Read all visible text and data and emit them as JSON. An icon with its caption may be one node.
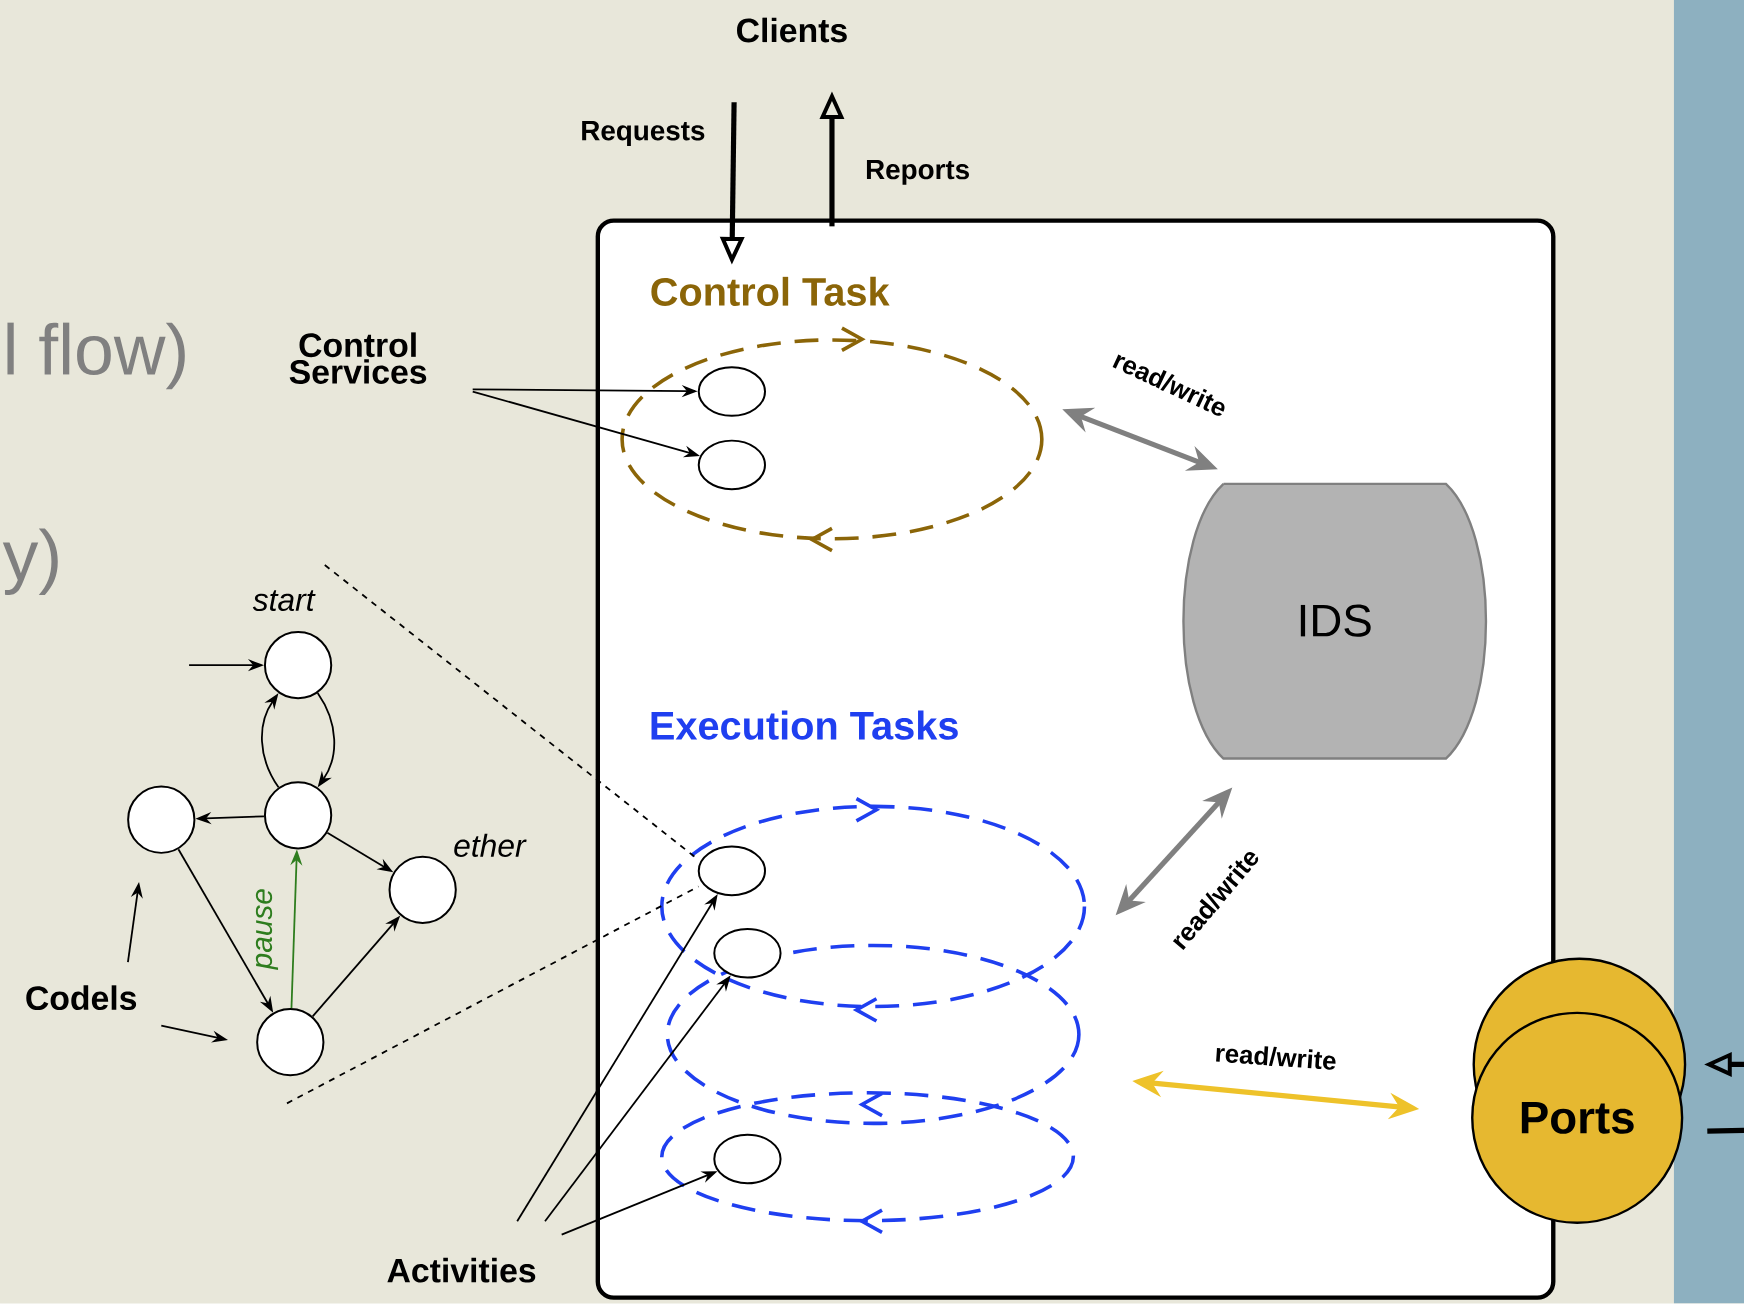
{
  "diagram": {
    "nodes": [
      {
        "text": [
          "Clients"
        ]
      },
      {
        "text": [],
        "shape": "box"
      },
      {
        "text": [
          "Control Task"
        ],
        "in": 1
      },
      {
        "text": [],
        "shape": "circle",
        "in": 2
      },
      {
        "text": [],
        "shape": "circle",
        "in": 2
      },
      {
        "text": [
          "IDS"
        ],
        "in": 1
      },
      {
        "text": [
          "Execution Tasks"
        ],
        "in": 1
      },
      {
        "text": [],
        "shape": "circle",
        "in": 6
      },
      {
        "text": [],
        "shape": "circle",
        "in": 6
      },
      {
        "text": [],
        "shape": "circle",
        "in": 6
      },
      {
        "text": [
          "Ports"
        ]
      },
      {
        "text": [
          "Control Services"
        ]
      },
      {
        "text": [
          "Activities"
        ]
      },
      {
        "text": [
          "Codels"
        ]
      },
      {
        "text": [],
        "shape": "circle",
        "beside": [
          "start"
        ]
      },
      {
        "text": [],
        "shape": "circle"
      },
      {
        "text": [],
        "shape": "circle"
      },
      {
        "text": [],
        "shape": "circle",
        "beside": [
          "ether"
        ]
      },
      {
        "text": [],
        "shape": "circle"
      }
    ],
    "edges": [
      {
        "from": 0,
        "to": 1,
        "arrow": "to",
        "label": "Requests",
        "style": "thick"
      },
      {
        "from": 1,
        "to": 0,
        "arrow": "to",
        "label": "Reports",
        "style": "thick"
      },
      {
        "from": 11,
        "to": 3,
        "arrow": "to"
      },
      {
        "from": 11,
        "to": 4,
        "arrow": "to"
      },
      {
        "from": 2,
        "to": 5,
        "arrow": "both",
        "label": "read/write",
        "style": "thick",
        "color": "#808080"
      },
      {
        "from": 6,
        "to": 5,
        "arrow": "both",
        "label": "read/write",
        "style": "thick",
        "color": "#808080"
      },
      {
        "from": 6,
        "to": 10,
        "arrow": "both",
        "label": "read/write",
        "style": "thick",
        "color": "#eec22a"
      },
      {
        "from": 12,
        "to": 7,
        "arrow": "to"
      },
      {
        "from": 12,
        "to": 8,
        "arrow": "to"
      },
      {
        "from": 12,
        "to": 9,
        "arrow": "to"
      },
      {
        "from": 13,
        "to": 15,
        "arrow": "to"
      },
      {
        "from": 13,
        "to": 18,
        "arrow": "to"
      },
      {
        "from": null,
        "to": 14,
        "arrow": "to"
      },
      {
        "from": 14,
        "to": 16,
        "arrow": "to"
      },
      {
        "from": 16,
        "to": 14,
        "arrow": "to"
      },
      {
        "from": 16,
        "to": 15,
        "arrow": "to"
      },
      {
        "from": 16,
        "to": 17,
        "arrow": "to"
      },
      {
        "from": 15,
        "to": 18,
        "arrow": "to"
      },
      {
        "from": 18,
        "to": 17,
        "arrow": "to"
      },
      {
        "from": 18,
        "to": 16,
        "arrow": "to",
        "label": "pause",
        "color": "#2e7d1e"
      },
      {
        "from": null,
        "to": 10,
        "arrow": "to",
        "style": "thick"
      },
      {
        "from": null,
        "to": 10,
        "arrow": "none",
        "style": "thick"
      }
    ],
    "labels": [
      "l flow)",
      "y)"
    ]
  }
}
